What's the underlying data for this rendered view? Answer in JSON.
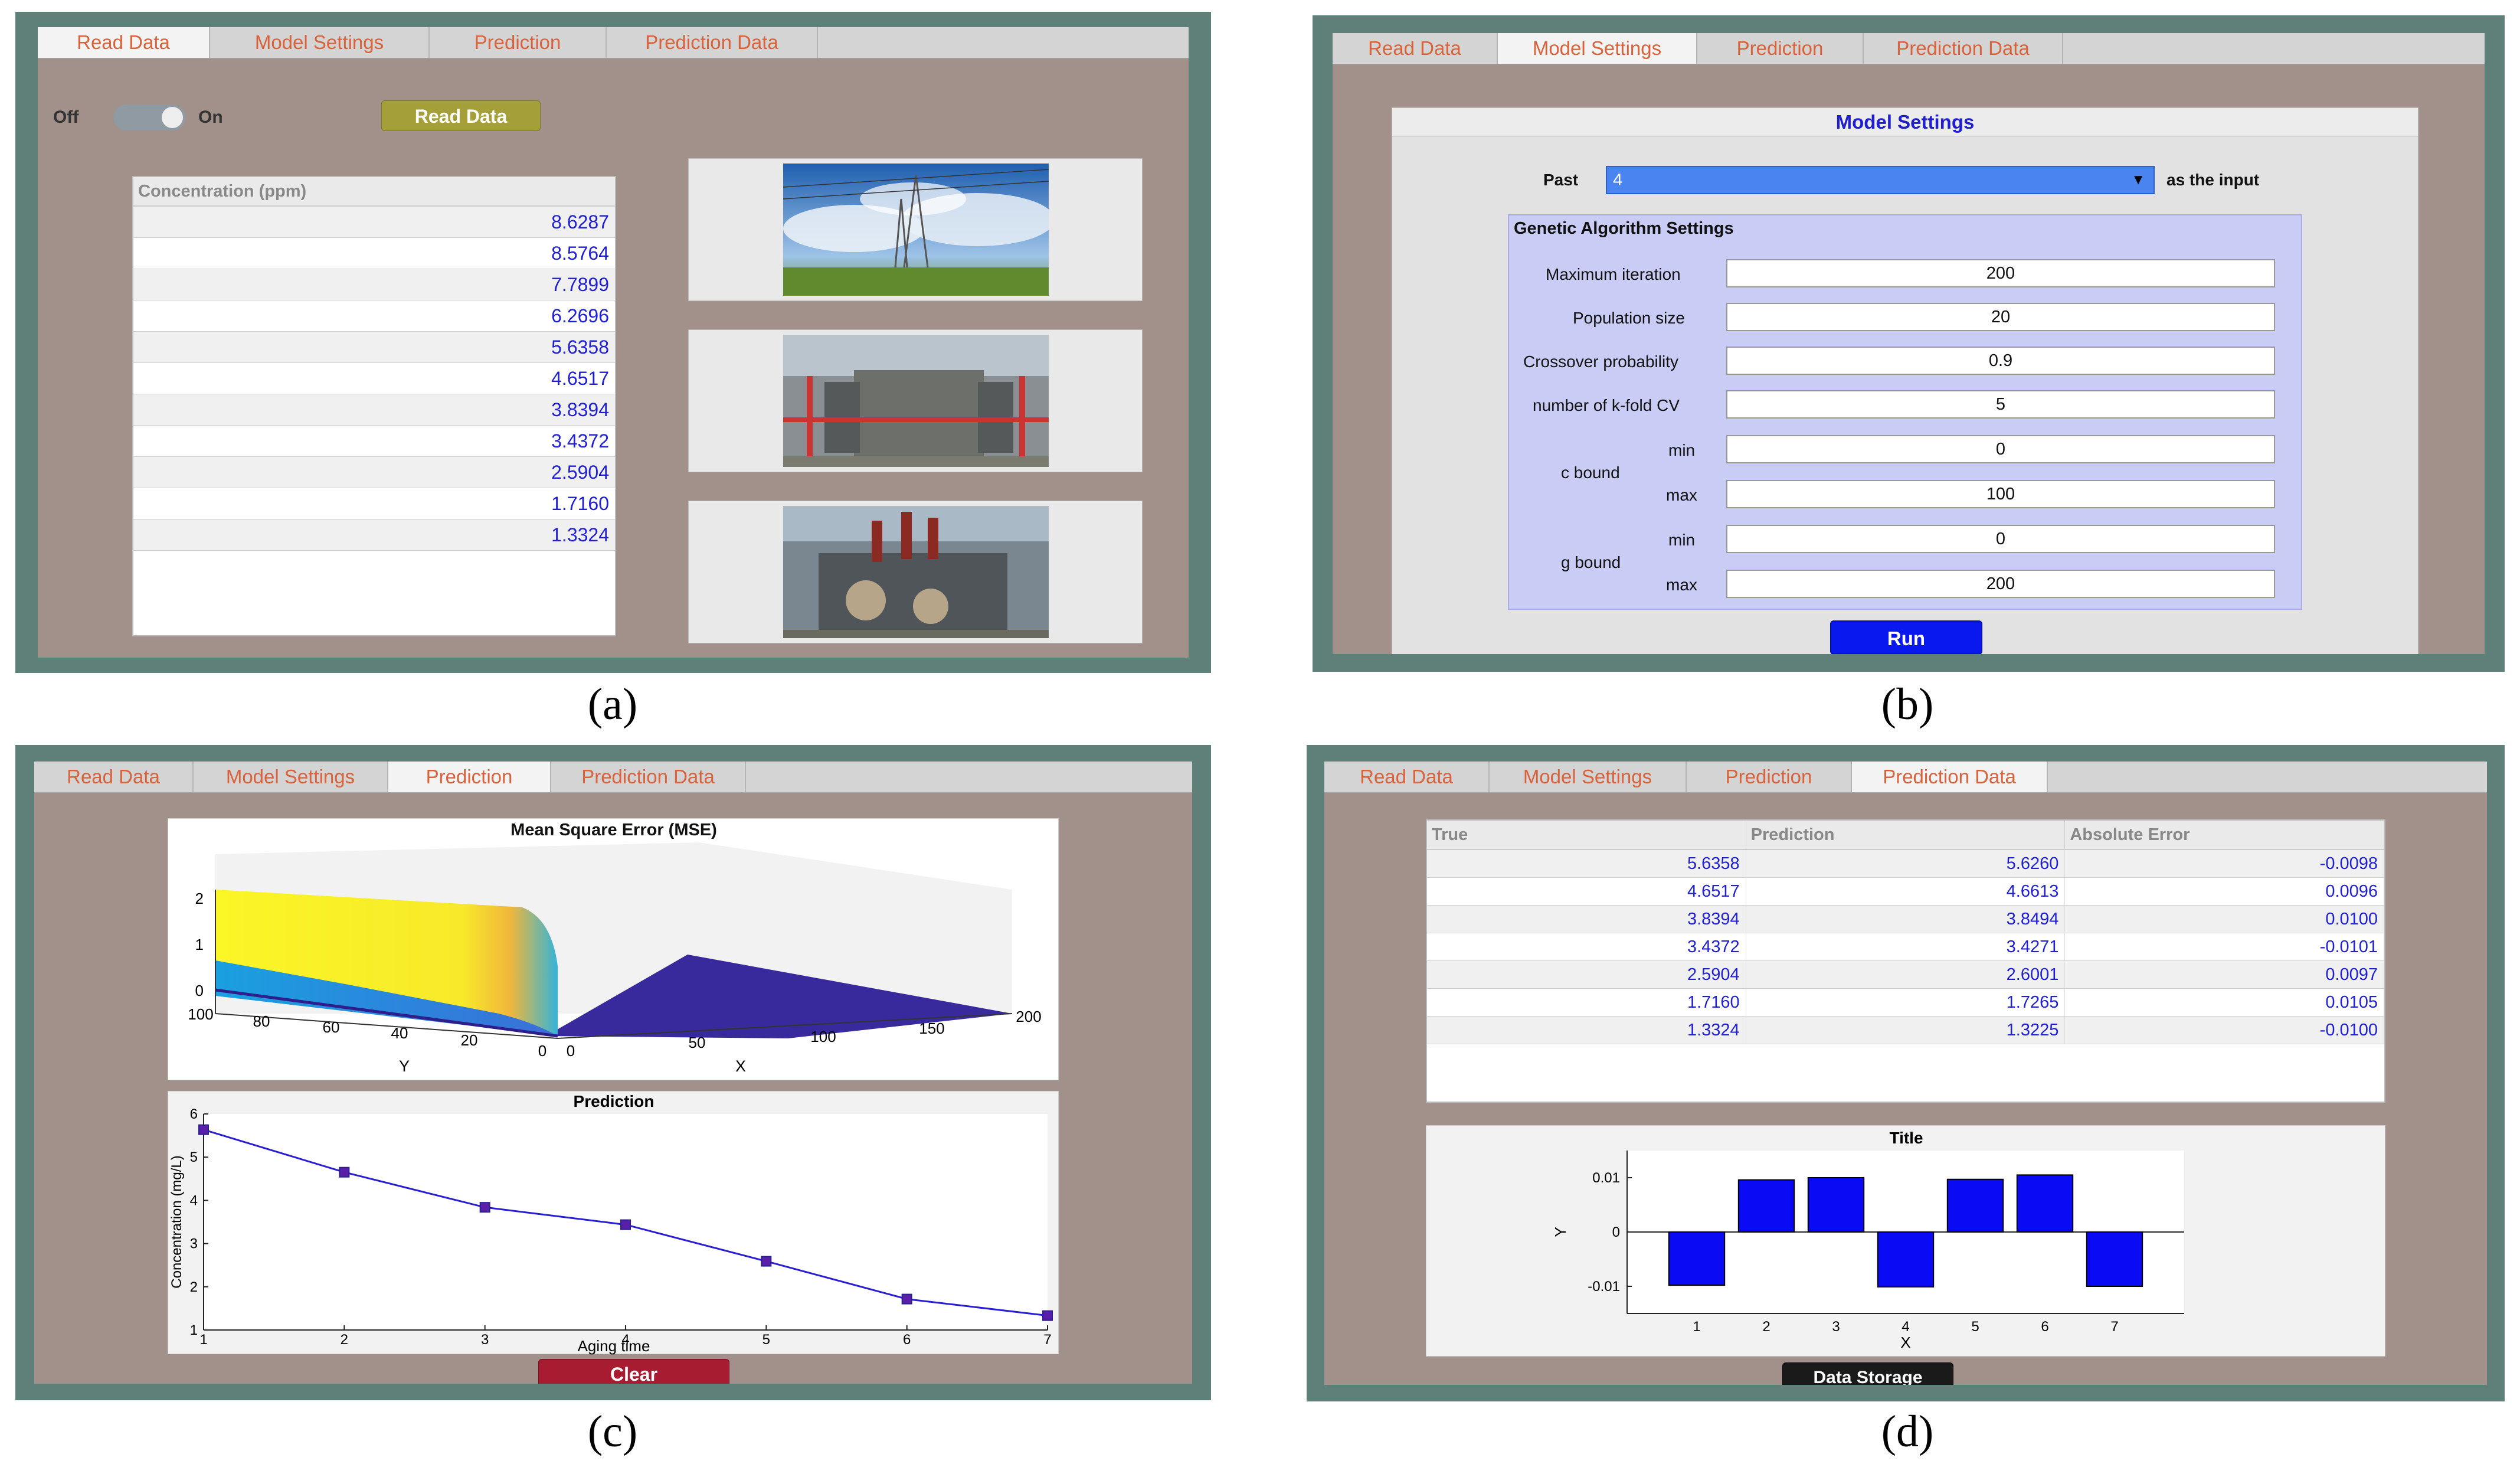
{
  "tabs": [
    "Read Data",
    "Model Settings",
    "Prediction",
    "Prediction Data"
  ],
  "captions": [
    "(a)",
    "(b)",
    "(c)",
    "(d)"
  ],
  "read_data": {
    "switch_off": "Off",
    "switch_on": "On",
    "button": "Read Data",
    "table_header": "Concentration (ppm)",
    "values": [
      "8.6287",
      "8.5764",
      "7.7899",
      "6.2696",
      "5.6358",
      "4.6517",
      "3.8394",
      "3.4372",
      "2.5904",
      "1.7160",
      "1.3324"
    ]
  },
  "model_settings": {
    "title": "Model Settings",
    "past_label": "Past",
    "past_value": "4",
    "as_input": "as the input",
    "ga_title": "Genetic Algorithm Settings",
    "fields": [
      {
        "label": "Maximum iteration",
        "value": "200"
      },
      {
        "label": "Population size",
        "value": "20"
      },
      {
        "label": "Crossover probability",
        "value": "0.9"
      },
      {
        "label": "number of k-fold CV",
        "value": "5"
      }
    ],
    "c_bound": {
      "label": "c bound",
      "min_label": "min",
      "min": "0",
      "max_label": "max",
      "max": "100"
    },
    "g_bound": {
      "label": "g bound",
      "min_label": "min",
      "min": "0",
      "max_label": "max",
      "max": "200"
    },
    "run": "Run"
  },
  "prediction": {
    "mse_title": "Mean Square Error (MSE)",
    "mse_z_ticks": [
      "2",
      "1",
      "0"
    ],
    "mse_y_ticks": [
      "100",
      "80",
      "60",
      "40",
      "20",
      "0"
    ],
    "mse_x_ticks": [
      "0",
      "50",
      "100",
      "150",
      "200"
    ],
    "mse_y_label": "Y",
    "mse_x_label": "X",
    "clear": "Clear"
  },
  "prediction_data": {
    "headers": [
      "True",
      "Prediction",
      "Absolute Error"
    ],
    "rows": [
      [
        "5.6358",
        "5.6260",
        "-0.0098"
      ],
      [
        "4.6517",
        "4.6613",
        "0.0096"
      ],
      [
        "3.8394",
        "3.8494",
        "0.0100"
      ],
      [
        "3.4372",
        "3.4271",
        "-0.0101"
      ],
      [
        "2.5904",
        "2.6001",
        "0.0097"
      ],
      [
        "1.7160",
        "1.7265",
        "0.0105"
      ],
      [
        "1.3324",
        "1.3225",
        "-0.0100"
      ]
    ],
    "storage": "Data Storage"
  },
  "colors": {
    "tab_text": "#d9623b",
    "value_blue": "#1f1fd6",
    "run_blue": "#0a18f0",
    "clear_red": "#a81c32"
  },
  "chart_data": [
    {
      "type": "line",
      "title": "Prediction",
      "xlabel": "Aging time",
      "ylabel": "Concentration (mg/L)",
      "x": [
        1,
        2,
        3,
        4,
        5,
        6,
        7
      ],
      "series": [
        {
          "values": [
            5.6358,
            4.6517,
            3.8394,
            3.4372,
            2.5904,
            1.716,
            1.3324
          ]
        }
      ],
      "xlim": [
        1,
        7
      ],
      "ylim": [
        1,
        6
      ],
      "xticks": [
        "1",
        "2",
        "3",
        "4",
        "5",
        "6",
        "7"
      ],
      "yticks": [
        "1",
        "2",
        "3",
        "4",
        "5",
        "6"
      ],
      "color": "#2a1fd0"
    },
    {
      "type": "bar",
      "title": "Title",
      "xlabel": "X",
      "ylabel": "Y",
      "categories": [
        "1",
        "2",
        "3",
        "4",
        "5",
        "6",
        "7"
      ],
      "values": [
        -0.0098,
        0.0096,
        0.01,
        -0.0101,
        0.0097,
        0.0105,
        -0.01
      ],
      "ylim": [
        -0.015,
        0.015
      ],
      "yticks": [
        "0.01",
        "0",
        "-0.01"
      ],
      "color": "#0a0af5"
    }
  ]
}
